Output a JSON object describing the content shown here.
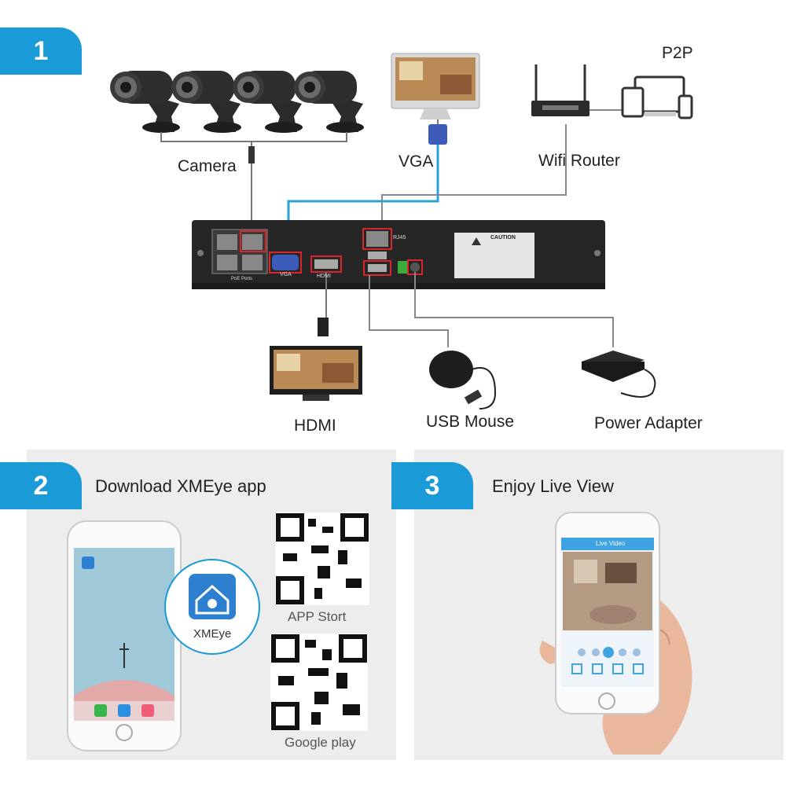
{
  "step1": {
    "number": "1",
    "labels": {
      "camera": "Camera",
      "vga": "VGA",
      "wifi_router": "Wifi Router",
      "p2p": "P2P",
      "hdmi": "HDMI",
      "usb_mouse": "USB Mouse",
      "power_adapter": "Power Adapter"
    },
    "nvr": {
      "port_vga": "VGA",
      "port_hdmi": "HDMI",
      "port_rj45": "RJ45",
      "poe_ports": "PoE Ports",
      "caution": "CAUTION"
    }
  },
  "step2": {
    "number": "2",
    "title": "Download XMEye app",
    "app_name": "XMEye",
    "qr_app_store": "APP  Stort",
    "qr_google_play": "Google play"
  },
  "step3": {
    "number": "3",
    "title": "Enjoy Live View",
    "screen_title": "Live Video"
  },
  "colors": {
    "accent": "#1a9ad6",
    "cable_blue": "#2aa3d6",
    "cable_gray": "#7a7a7a",
    "highlight": "#d9262c",
    "panel": "#ededed"
  }
}
